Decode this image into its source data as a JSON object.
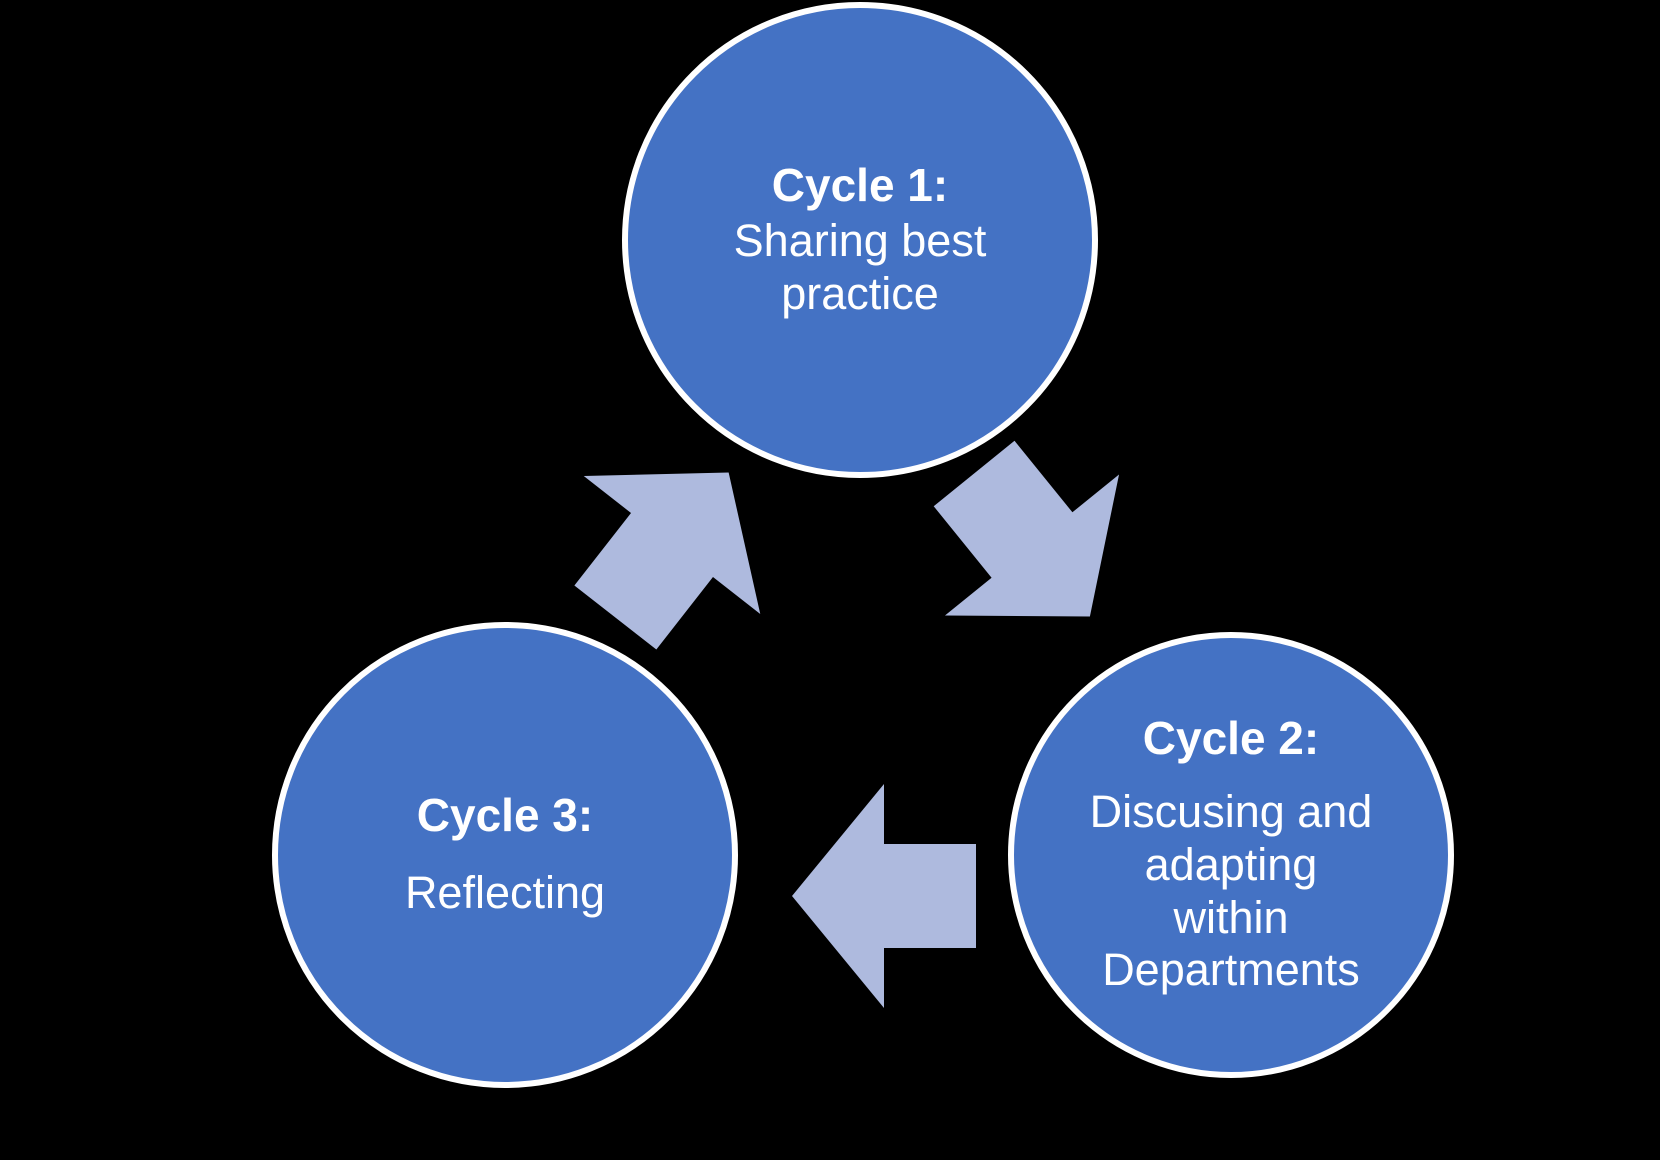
{
  "diagram": {
    "type": "cycle",
    "background_color": "#000000",
    "node_fill_color": "#4472C4",
    "node_border_color": "#FFFFFF",
    "node_text_color": "#FFFFFF",
    "arrow_color": "#AEBADE",
    "nodes": [
      {
        "id": "cycle-1",
        "title": "Cycle 1:",
        "body": "Sharing best practice",
        "position": "top"
      },
      {
        "id": "cycle-2",
        "title": "Cycle 2:",
        "body": "Discusing and adapting within Departments",
        "position": "bottom-right"
      },
      {
        "id": "cycle-3",
        "title": "Cycle 3:",
        "body": "Reflecting",
        "position": "bottom-left"
      }
    ],
    "arrows": [
      {
        "id": "arrow-cycle1-to-cycle2",
        "from": "cycle-1",
        "to": "cycle-2",
        "direction": "down-right"
      },
      {
        "id": "arrow-cycle2-to-cycle3",
        "from": "cycle-2",
        "to": "cycle-3",
        "direction": "left"
      },
      {
        "id": "arrow-cycle3-to-cycle1",
        "from": "cycle-3",
        "to": "cycle-1",
        "direction": "up-right"
      }
    ]
  }
}
